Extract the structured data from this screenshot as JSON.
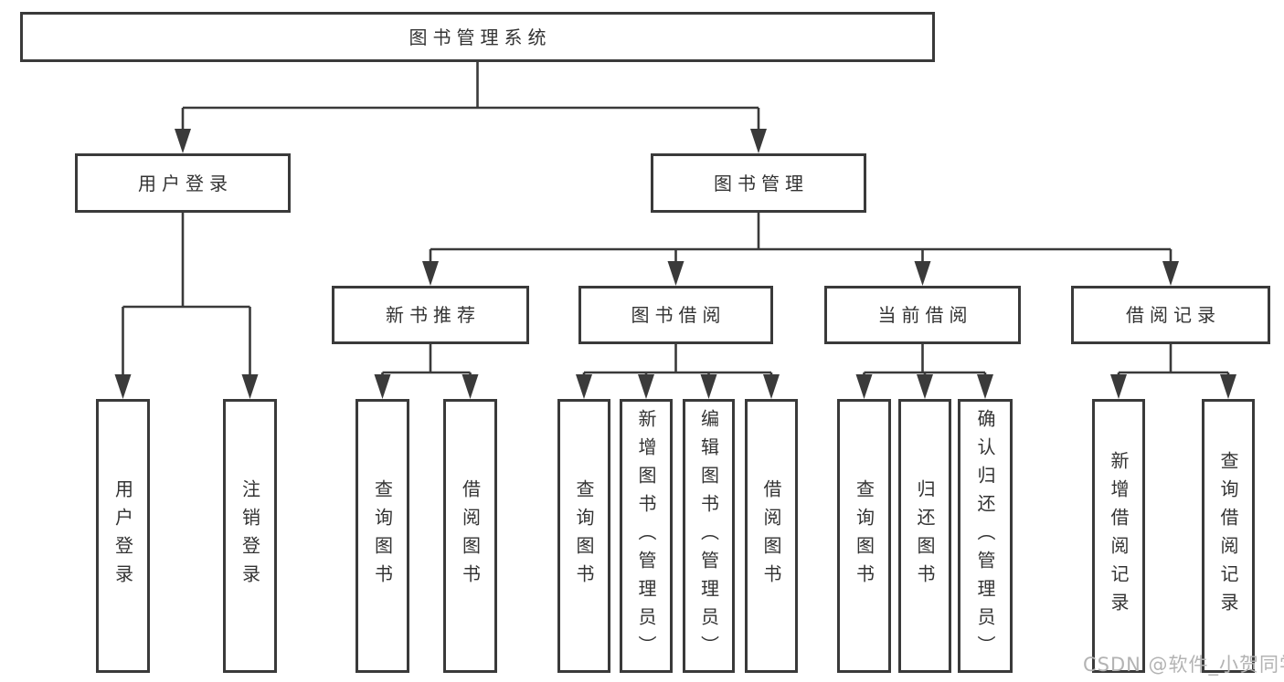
{
  "diagram": {
    "root": "图书管理系统",
    "user_login": {
      "label": "用户登录",
      "children": [
        "用户登录",
        "注销登录"
      ]
    },
    "book_management": {
      "label": "图书管理",
      "sections": [
        {
          "label": "新书推荐",
          "children": [
            "查询图书",
            "借阅图书"
          ]
        },
        {
          "label": "图书借阅",
          "children": [
            "查询图书",
            "新增图书（管理员）",
            "编辑图书（管理员）",
            "借阅图书"
          ]
        },
        {
          "label": "当前借阅",
          "children": [
            "查询图书",
            "归还图书",
            "确认归还（管理员）"
          ]
        },
        {
          "label": "借阅记录",
          "children": [
            "新增借阅记录",
            "查询借阅记录"
          ]
        }
      ]
    }
  },
  "watermark": "CSDN @软件_小贺同学",
  "colors": {
    "line": "#3a3a3a",
    "text": "#333333",
    "watermark": "#b3b3b3",
    "background": "#ffffff"
  }
}
